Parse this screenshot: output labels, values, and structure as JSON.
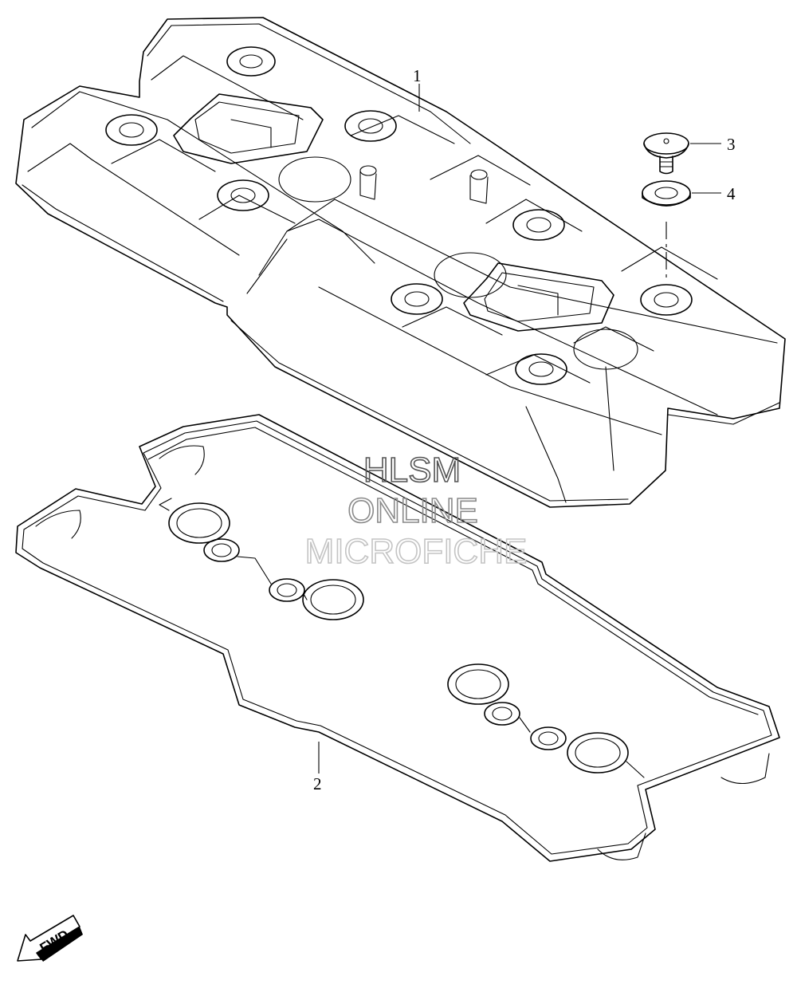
{
  "callouts": [
    {
      "id": "1",
      "label": "1"
    },
    {
      "id": "2",
      "label": "2"
    },
    {
      "id": "3",
      "label": "3"
    },
    {
      "id": "4",
      "label": "4"
    }
  ],
  "watermark": {
    "line1": "HLSM",
    "line2": "ONLINE",
    "line3": "MICROFICHE",
    "colors": [
      "#555555",
      "#8a8a8a",
      "#c4c4c4"
    ]
  },
  "direction_indicator": {
    "label": "FWD",
    "icon": "arrow-down-left-icon"
  }
}
